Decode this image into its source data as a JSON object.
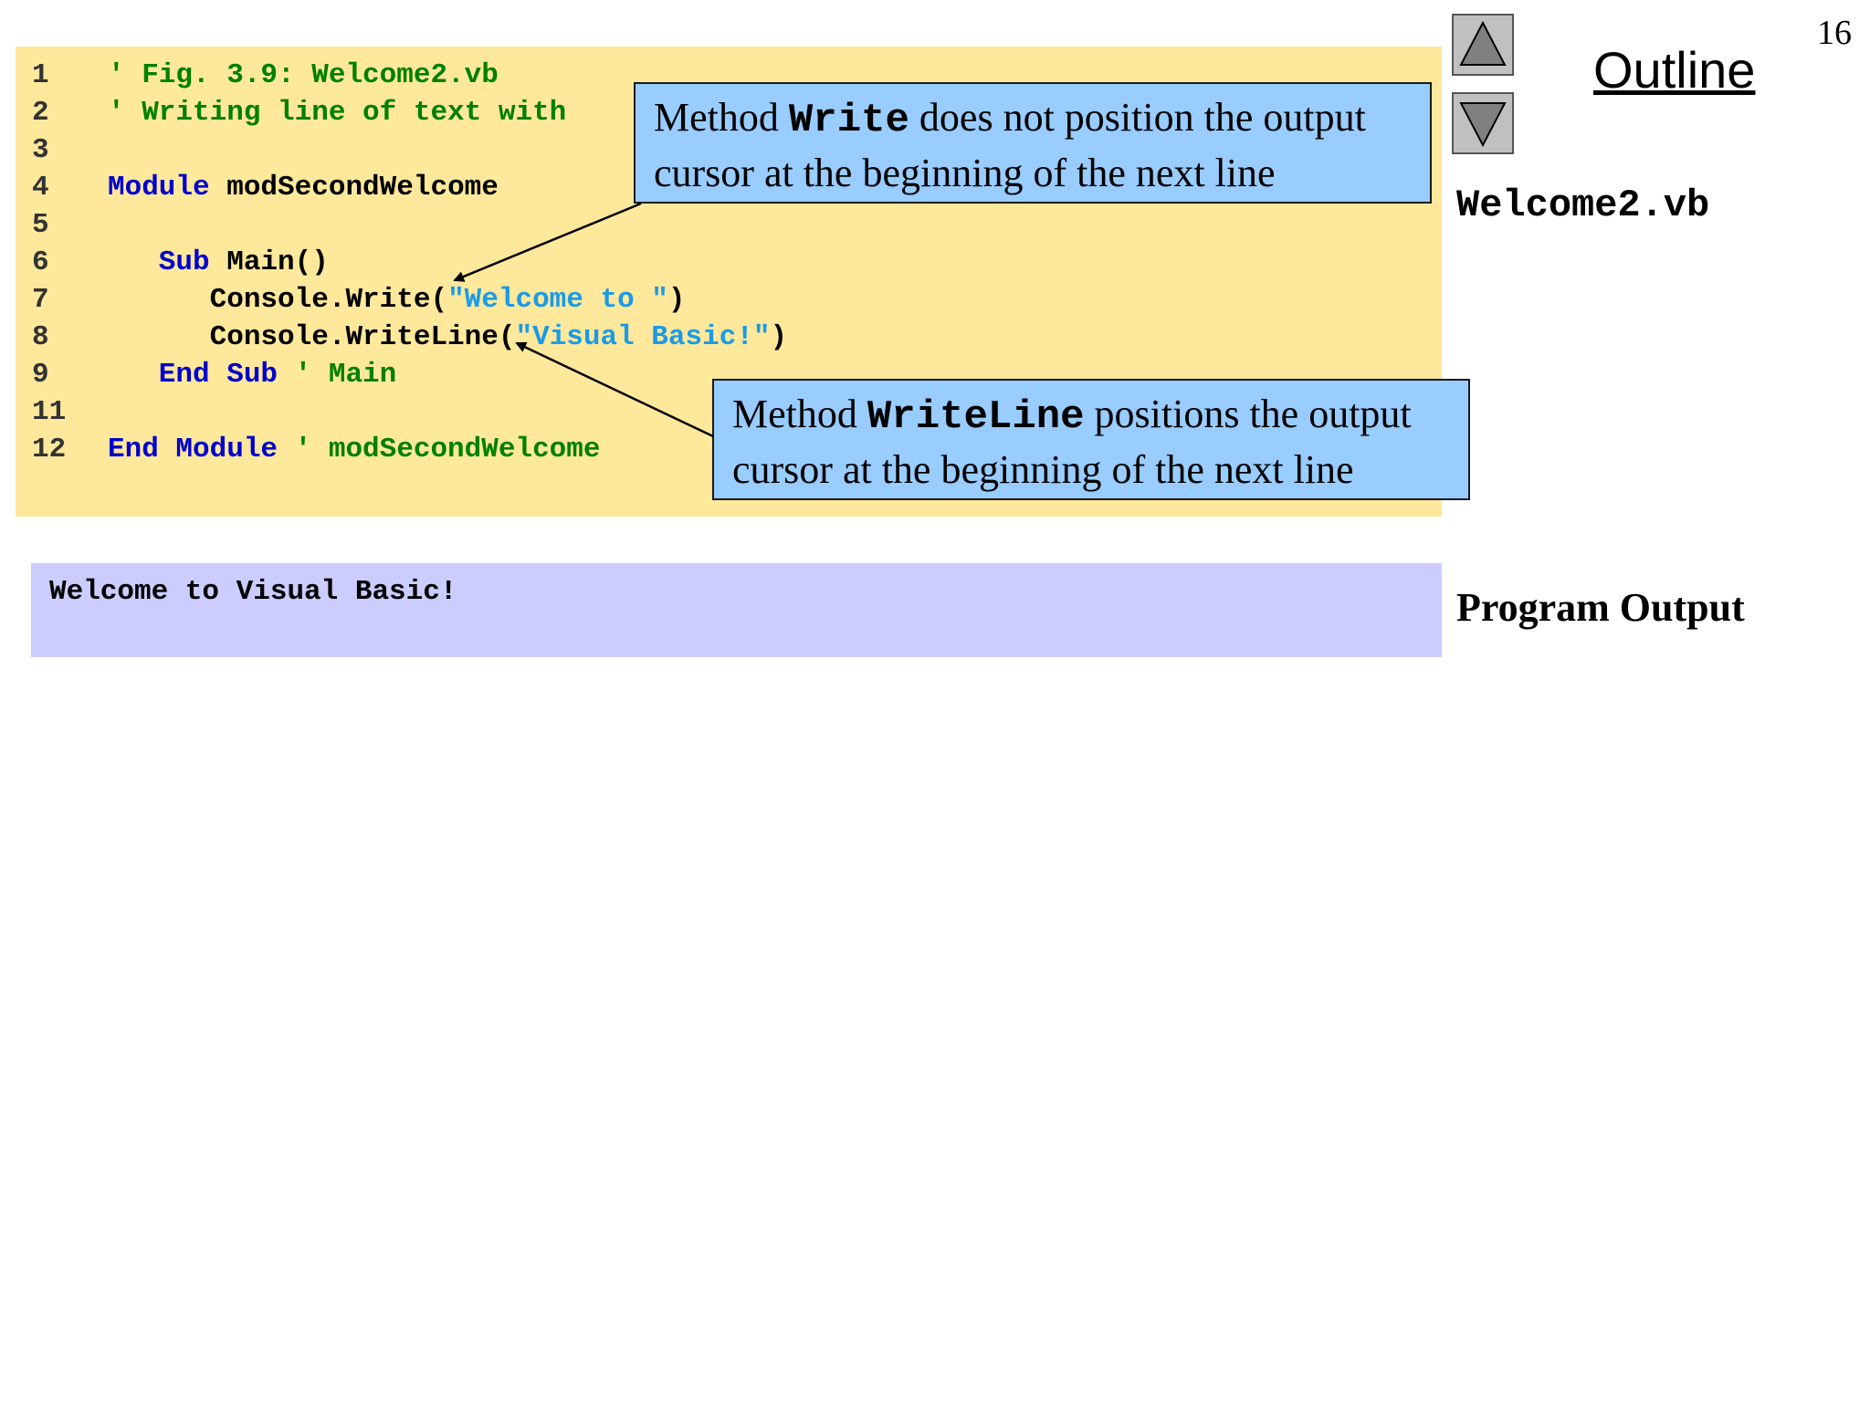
{
  "slide_number": "16",
  "outline": {
    "title": "Outline",
    "file_label": "Welcome2.vb",
    "program_output_label": "Program Output",
    "nav": {
      "up_icon": "triangle-up-icon",
      "down_icon": "triangle-down-icon"
    }
  },
  "code": {
    "lines": [
      {
        "number": "1",
        "parts": [
          {
            "t": "' Fig. 3.9: Welcome2.vb",
            "c": "cm"
          }
        ]
      },
      {
        "number": "2",
        "parts": [
          {
            "t": "' Writing line of text with",
            "c": "cm"
          }
        ]
      },
      {
        "number": "3",
        "parts": []
      },
      {
        "number": "4",
        "parts": [
          {
            "t": "Module",
            "c": "kw"
          },
          {
            "t": " modSecondWelcome",
            "c": "tx"
          }
        ]
      },
      {
        "number": "5",
        "parts": []
      },
      {
        "number": "6",
        "parts": [
          {
            "t": "   Sub",
            "c": "kw"
          },
          {
            "t": " Main()",
            "c": "tx"
          }
        ]
      },
      {
        "number": "7",
        "parts": [
          {
            "t": "      Console.Write(",
            "c": "tx"
          },
          {
            "t": "\"Welcome to \"",
            "c": "st"
          },
          {
            "t": ")",
            "c": "tx"
          }
        ]
      },
      {
        "number": "8",
        "parts": [
          {
            "t": "      Console.WriteLine(",
            "c": "tx"
          },
          {
            "t": "\"Visual Basic!\"",
            "c": "st"
          },
          {
            "t": ")",
            "c": "tx"
          }
        ]
      },
      {
        "number": "9",
        "parts": [
          {
            "t": "   End Sub",
            "c": "kw"
          },
          {
            "t": " ' Main",
            "c": "cm"
          }
        ]
      },
      {
        "number": "11",
        "parts": []
      },
      {
        "number": "12",
        "parts": [
          {
            "t": "End Module",
            "c": "kw"
          },
          {
            "t": " ' modSecondWelcome",
            "c": "cm"
          }
        ]
      }
    ]
  },
  "callouts": {
    "write": {
      "prefix": "Method ",
      "method": "Write",
      "suffix": " does not position the output",
      "line2": "cursor at the beginning of the next line"
    },
    "writeline": {
      "prefix": "Method ",
      "method": "WriteLine",
      "suffix": " positions the output",
      "line2": "cursor at the beginning of the next line"
    }
  },
  "program_output": {
    "text": "Welcome to Visual Basic!"
  },
  "colors": {
    "code_bg": "#fee89c",
    "output_bg": "#ccccff",
    "callout_bg": "#99ccff",
    "keyword": "#0000cc",
    "comment": "#008000",
    "string": "#1a9be6"
  }
}
